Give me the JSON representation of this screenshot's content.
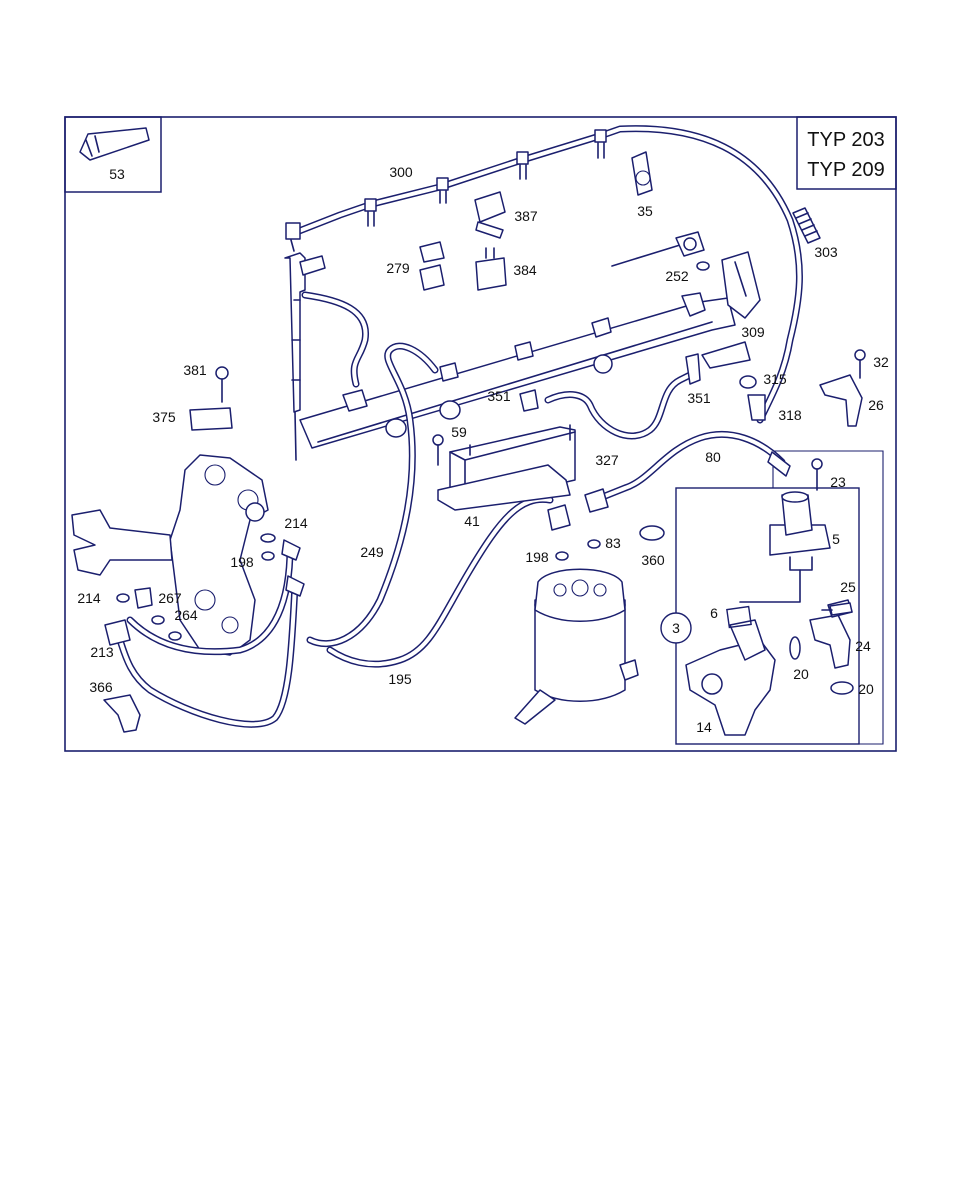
{
  "header": {
    "type_lines": [
      "TYP 203",
      "TYP 209"
    ]
  },
  "inset": {
    "part": "53"
  },
  "circle_callout": "3",
  "colors": {
    "line": "#1b1f6e",
    "text": "#111111",
    "background": "#ffffff"
  },
  "labels": {
    "p300": "300",
    "p387": "387",
    "p35": "35",
    "p303": "303",
    "p279": "279",
    "p384": "384",
    "p252": "252",
    "p309": "309",
    "p32": "32",
    "p381": "381",
    "p315": "315",
    "p375": "375",
    "p351a": "351",
    "p351b": "351",
    "p26": "26",
    "p318": "318",
    "p59": "59",
    "p327": "327",
    "p80": "80",
    "p23": "23",
    "p41": "41",
    "p214a": "214",
    "p5": "5",
    "p198a": "198",
    "p249": "249",
    "p198b": "198",
    "p83": "83",
    "p360": "360",
    "p25": "25",
    "p214b": "214",
    "p267": "267",
    "p264": "264",
    "p6": "6",
    "p24": "24",
    "p213": "213",
    "p20a": "20",
    "p195": "195",
    "p366": "366",
    "p20b": "20",
    "p14": "14"
  }
}
